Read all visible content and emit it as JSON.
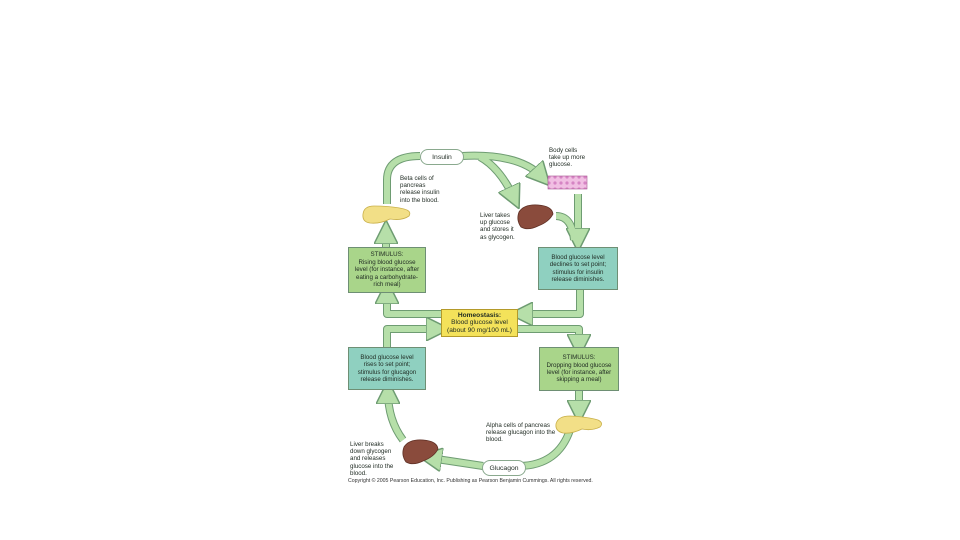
{
  "labels": {
    "insulin": "Insulin",
    "glucagon": "Glucagon"
  },
  "boxes": {
    "stimulus_rising": [
      "STIMULUS:",
      "Rising blood glucose",
      "level (for instance, after",
      "eating a carbohydrate-",
      "rich meal)"
    ],
    "declines": [
      "Blood glucose level",
      "declines to set point;",
      "stimulus for insulin",
      "release diminishes."
    ],
    "homeostasis": [
      "Homeostasis:",
      "Blood glucose level",
      "(about 90 mg/100 mL)"
    ],
    "rises": [
      "Blood glucose level",
      "rises to set point;",
      "stimulus for glucagon",
      "release diminishes."
    ],
    "stimulus_dropping": [
      "STIMULUS:",
      "Dropping blood glucose",
      "level (for instance, after",
      "skipping a meal)"
    ]
  },
  "notes": {
    "beta_cells": [
      "Beta cells of",
      "pancreas",
      "release insulin",
      "into the blood."
    ],
    "body_cells": [
      "Body cells",
      "take up more",
      "glucose."
    ],
    "liver_takes": [
      "Liver takes",
      "up glucose",
      "and stores it",
      "as glycogen."
    ],
    "alpha_cells": [
      "Alpha cells of pancreas",
      "release glucagon into the",
      "blood."
    ],
    "liver_breaks": [
      "Liver breaks",
      "down glycogen",
      "and releases",
      "glucose into the",
      "blood."
    ]
  },
  "copyright": "Copyright © 2005 Pearson Education, Inc. Publishing as Pearson Benjamin Cummings. All rights reserved.",
  "colors": {
    "arrow_fill": "#b6dfa9",
    "arrow_stroke": "#6e9c72",
    "liver": "#8a4b3c",
    "pancreas": "#f2df87",
    "cells": "#e9a9d6"
  }
}
